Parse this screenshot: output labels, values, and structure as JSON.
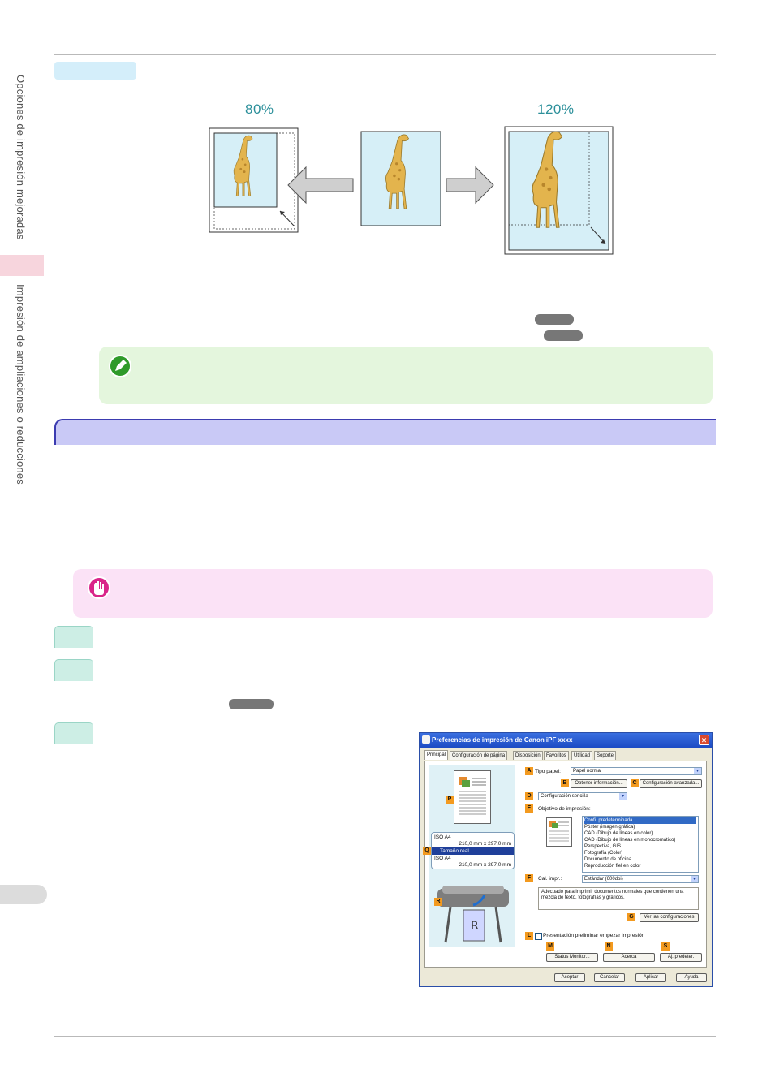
{
  "sidebar": {
    "chapter": "Opciones de impresión mejoradas",
    "section": "Impresión de ampliaciones o reducciones"
  },
  "figure": {
    "label_left": "80%",
    "label_right": "120%"
  },
  "dialog": {
    "title": "Preferencias de impresión de Canon iPF xxxx",
    "close_glyph": "✕",
    "tabs": [
      "Principal",
      "Configuración de página",
      "Disposición",
      "Favoritos",
      "Utilidad",
      "Soporte"
    ],
    "media_type_label": "Tipo papel:",
    "media_type_value": "Papel normal",
    "btn_info": "Obtener información...",
    "btn_advanced": "Configuración avanzada...",
    "mode_value": "Configuración sencilla",
    "objective_label": "Objetivo de impresión:",
    "objectives": [
      "Confi. predeterminada",
      "Póster (imagen gráfica)",
      "CAD (Dibujo de líneas en color)",
      "CAD (Dibujo de líneas en monocromático)",
      "Perspectiva, GIS",
      "Fotografía (Color)",
      "Documento de oficina",
      "Reproducción fiel en color"
    ],
    "quality_label": "Cal. impr.:",
    "quality_value": "Estándar (600dpi)",
    "description": "Adecuado para imprimir documentos normales que contienen una mezcla de texto, fotografías y gráficos.",
    "btn_view_settings": "Ver las configuraciones",
    "preview_checkbox": "Presentación preliminar empezar impresión",
    "btn_status": "Status Monitor...",
    "btn_about": "Acerca",
    "btn_defaults": "Aj. predeter.",
    "size_original": "ISO A4",
    "size_dims_1": "210,0 mm x 297,0 mm",
    "size_mode": "Tamaño real",
    "size_output": "ISO A4",
    "size_dims_2": "210,0 mm x 297,0 mm",
    "btn_ok": "Aceptar",
    "btn_cancel": "Cancelar",
    "btn_apply": "Aplicar",
    "btn_help": "Ayuda",
    "callouts": {
      "a": "A",
      "b": "B",
      "c": "C",
      "d": "D",
      "e": "E",
      "f": "F",
      "g": "G",
      "l": "L",
      "m": "M",
      "n": "N",
      "s": "S",
      "p": "P",
      "q": "Q",
      "r": "R"
    }
  },
  "colors": {
    "note_bg": "#e4f6dd",
    "important_bg": "#fbe2f6",
    "section_bar": "#c9c9f6",
    "step_tab": "#cdeee5",
    "percent_text": "#2b8f9a"
  }
}
